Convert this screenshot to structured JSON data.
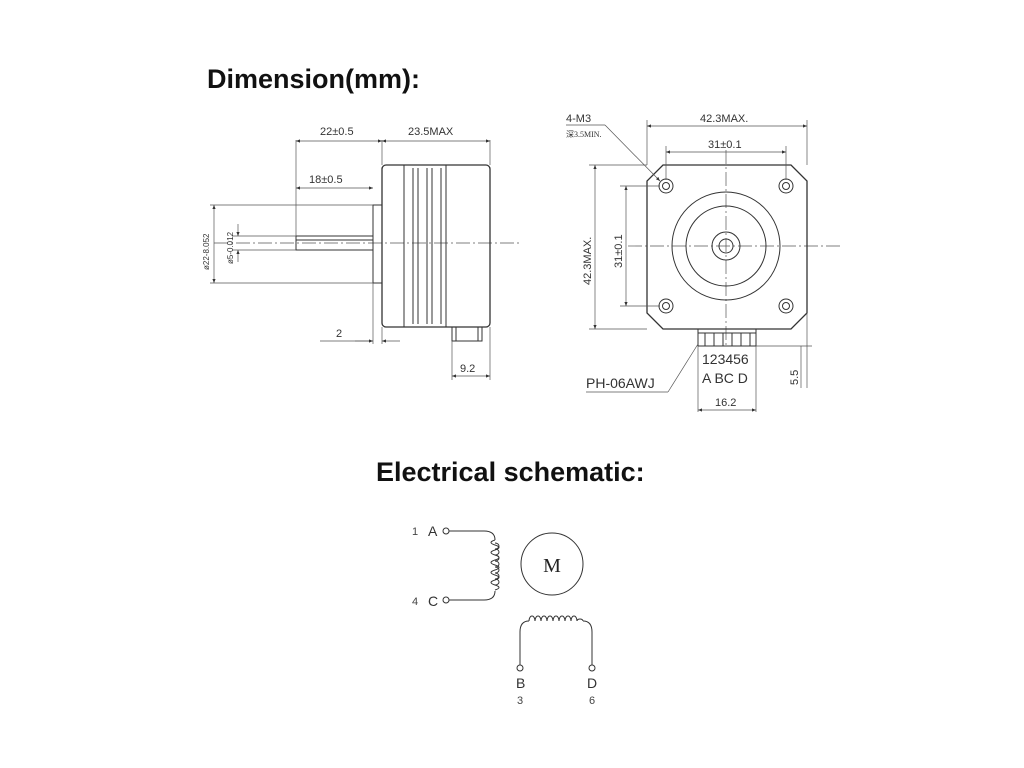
{
  "headings": {
    "dimension": "Dimension(mm):",
    "electrical": "Electrical schematic:"
  },
  "side_view": {
    "shaft_length": "22±0.5",
    "body_length": "23.5MAX",
    "flat_length": "18±0.5",
    "boss_diameter": "ø22-8.052",
    "shaft_diameter": "ø5-0.012",
    "boss_height": "2",
    "connector_offset": "9.2"
  },
  "front_view": {
    "mount_holes_line1": "4-M3",
    "mount_holes_line2": "深3.5MIN.",
    "width_max": "42.3MAX.",
    "hole_spacing_h": "31±0.1",
    "height_max": "42.3MAX.",
    "hole_spacing_v": "31±0.1",
    "connector_pins": "123456",
    "connector_labels": "A BC D",
    "connector_model": "PH-06AWJ",
    "connector_width": "16.2",
    "connector_height": "5.5"
  },
  "schematic": {
    "motor_label": "M",
    "pins": [
      {
        "num": "1",
        "name": "A"
      },
      {
        "num": "4",
        "name": "C"
      },
      {
        "num": "3",
        "name": "B"
      },
      {
        "num": "6",
        "name": "D"
      }
    ]
  }
}
